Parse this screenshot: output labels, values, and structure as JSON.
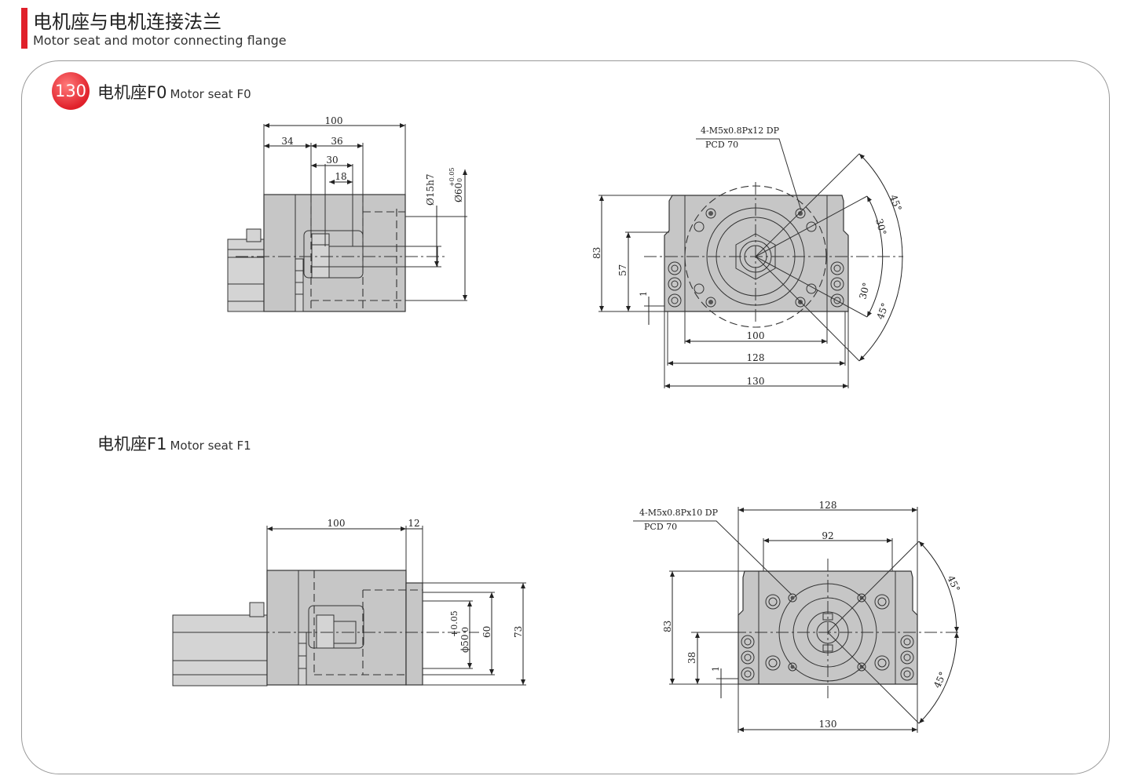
{
  "header": {
    "title_zh": "电机座与电机连接法兰",
    "title_en": "Motor seat and motor connecting flange"
  },
  "badge": {
    "label": "130"
  },
  "sections": {
    "f0": {
      "title_zh": "电机座F0",
      "title_en": "Motor seat F0"
    },
    "f1": {
      "title_zh": "电机座F1",
      "title_en": "Motor seat F1"
    }
  },
  "f0_side": {
    "dim_total": "100",
    "dim_a": "34",
    "dim_b": "36",
    "dim_c": "30",
    "dim_d": "18",
    "dim_shaft": "Ø15h7",
    "dim_spigot": "Ø60",
    "dim_spigot_tol_upper": "+0.05",
    "dim_spigot_tol_lower": "0"
  },
  "f0_front": {
    "hole_spec": "4-M5x0.8Px12 DP",
    "pcd": "PCD 70",
    "dim_height": "83",
    "dim_mid": "57",
    "dim_small": "1",
    "dim_w1": "100",
    "dim_w2": "128",
    "dim_w3": "130",
    "ang1": "45°",
    "ang2": "30°",
    "ang3": "30°",
    "ang4": "45°"
  },
  "f1_side": {
    "dim_total": "100",
    "dim_flange": "12",
    "dim_spigot": "ϕ50",
    "dim_spigot_tol_upper": "+0.05",
    "dim_spigot_tol_lower": "0",
    "dim_60": "60",
    "dim_73": "73"
  },
  "f1_front": {
    "hole_spec": "4-M5x0.8Px10 DP",
    "pcd": "PCD 70",
    "dim_w_top": "128",
    "dim_w_inner": "92",
    "dim_height": "83",
    "dim_mid": "38",
    "dim_small": "1",
    "dim_w_bottom": "130",
    "ang1": "45°",
    "ang2": "45°"
  }
}
